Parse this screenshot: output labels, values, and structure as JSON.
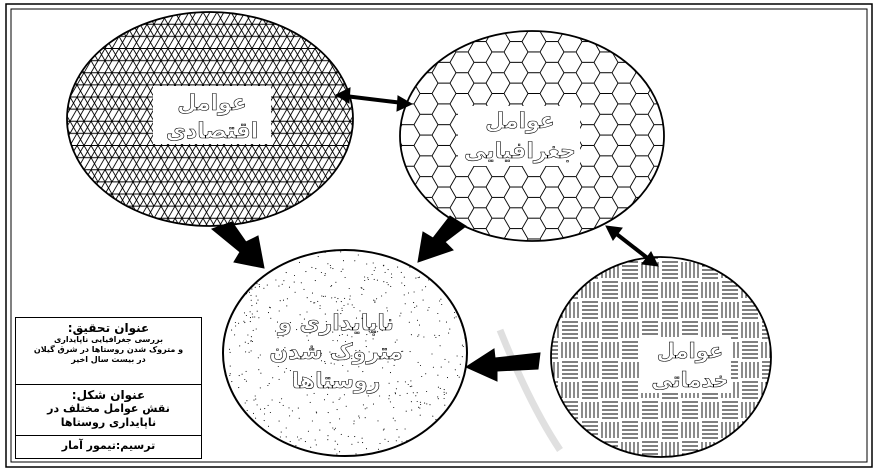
{
  "nodes": {
    "economic": {
      "line1": "عوامل",
      "line2": "اقتصادی"
    },
    "geographic": {
      "line1": "عوامل",
      "line2": "جغرافیایی"
    },
    "center": {
      "line1": "ناپایداری و",
      "line2": "متروک شدن",
      "line3": "روستاها"
    },
    "services": {
      "line1": "عوامل",
      "line2": "خدماتی"
    }
  },
  "info_box": {
    "research_title_heading": "عنوان تحقیق:",
    "research_title_line1": "بررسی جغرافیایی ناپایداری",
    "research_title_line2": "و متروک شدن روستاها در شرق گیلان",
    "research_title_line3": "در بیست سال اخیر",
    "figure_title_heading": "عنوان شکل:",
    "figure_title_line1": "نقش عوامل مختلف در",
    "figure_title_line2": "ناپایداری روستاها",
    "drawn_by": "ترسیم:تیمور آمار"
  }
}
